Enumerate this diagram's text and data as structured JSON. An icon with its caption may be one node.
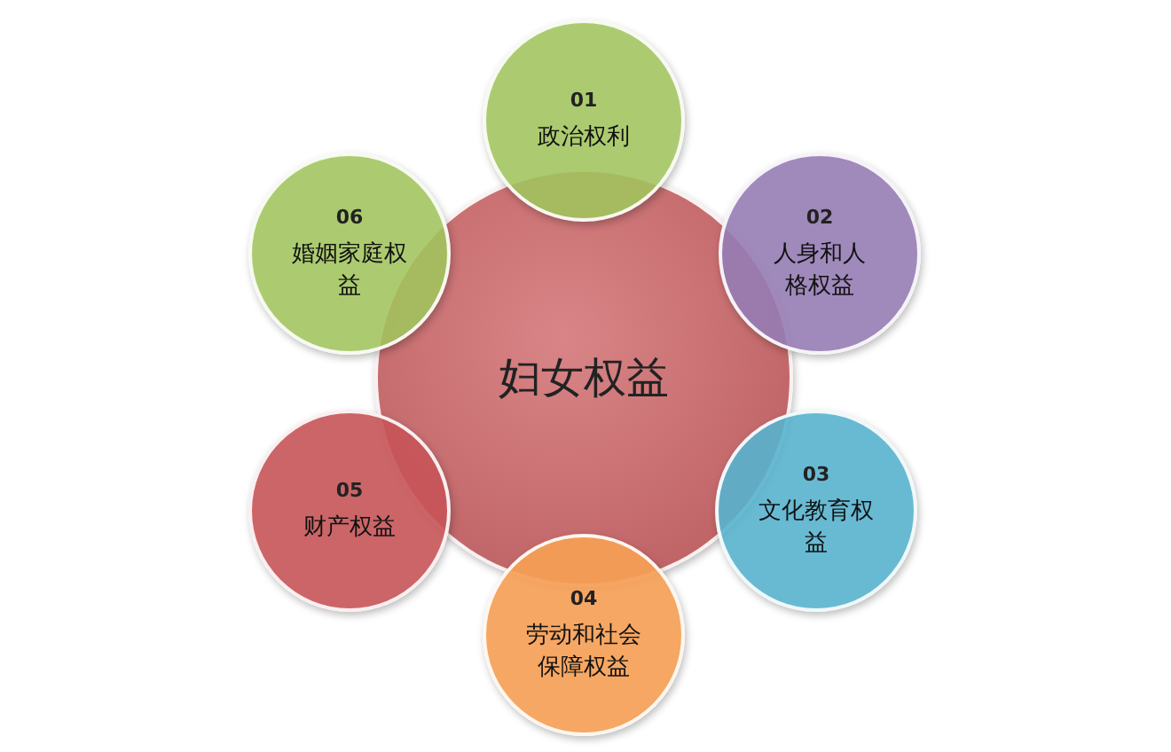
{
  "diagram": {
    "nodes": [
      {
        "text": [
          "妇女权益"
        ]
      },
      {
        "text": [
          "01",
          "政治权利"
        ]
      },
      {
        "text": [
          "02",
          "人身和人格权益"
        ]
      },
      {
        "text": [
          "03",
          "文化教育权益"
        ]
      },
      {
        "text": [
          "04",
          "劳动和社会保障权益"
        ]
      },
      {
        "text": [
          "05",
          "财产权益"
        ]
      },
      {
        "text": [
          "06",
          "婚姻家庭权益"
        ]
      }
    ]
  }
}
